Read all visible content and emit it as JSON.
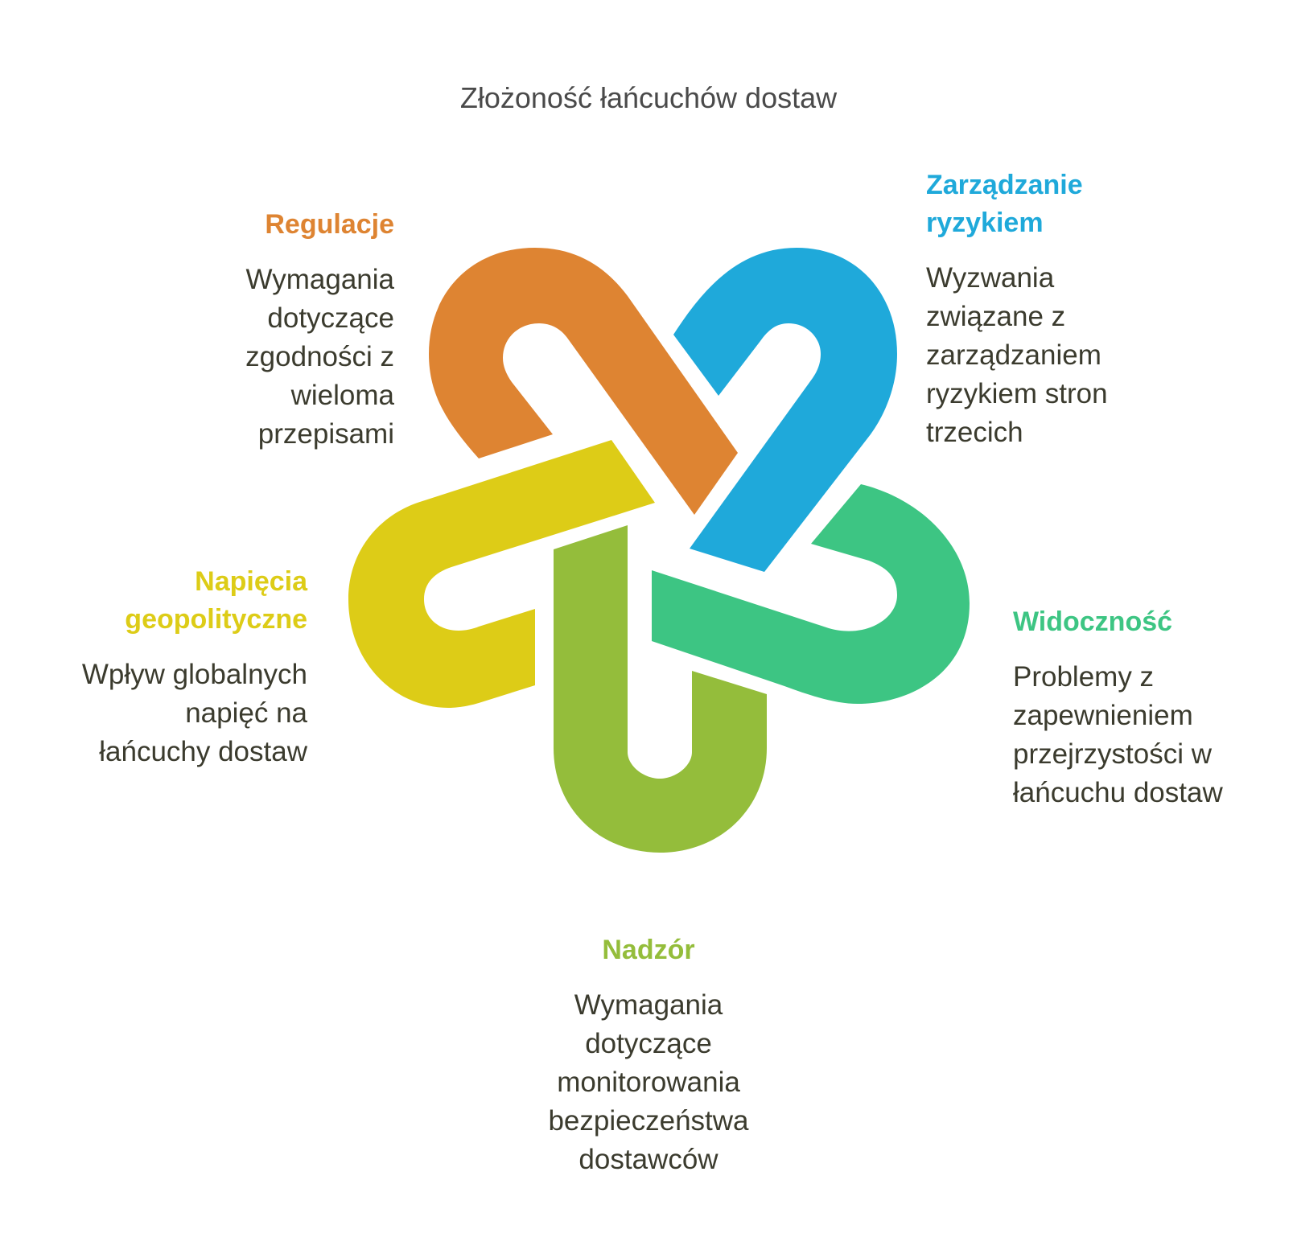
{
  "title": "Złożoność łańcuchów dostaw",
  "colors": {
    "regulacje": "#DE8432",
    "ryzyko": "#1FA9DA",
    "widocznosc": "#3DC583",
    "nadzor": "#94BD3B",
    "geopolityka": "#DDCC17",
    "text": "#3b3b2e",
    "title": "#4a4a4a"
  },
  "items": {
    "regulacje": {
      "heading": "Regulacje",
      "lines": [
        "Wymagania",
        "dotyczące",
        "zgodności z",
        "wieloma",
        "przepisami"
      ]
    },
    "ryzyko": {
      "heading_lines": [
        "Zarządzanie",
        "ryzykiem"
      ],
      "lines": [
        "Wyzwania",
        "związane z",
        "zarządzaniem",
        "ryzykiem stron",
        "trzecich"
      ]
    },
    "geopolityka": {
      "heading_lines": [
        "Napięcia",
        "geopolityczne"
      ],
      "lines": [
        "Wpływ globalnych",
        "napięć na",
        "łańcuchy dostaw"
      ]
    },
    "widocznosc": {
      "heading": "Widoczność",
      "lines": [
        "Problemy z",
        "zapewnieniem",
        "przejrzystości w",
        "łańcuchu dostaw"
      ]
    },
    "nadzor": {
      "heading": "Nadzór",
      "lines": [
        "Wymagania",
        "dotyczące",
        "monitorowania",
        "bezpieczeństwa",
        "dostawców"
      ]
    }
  }
}
